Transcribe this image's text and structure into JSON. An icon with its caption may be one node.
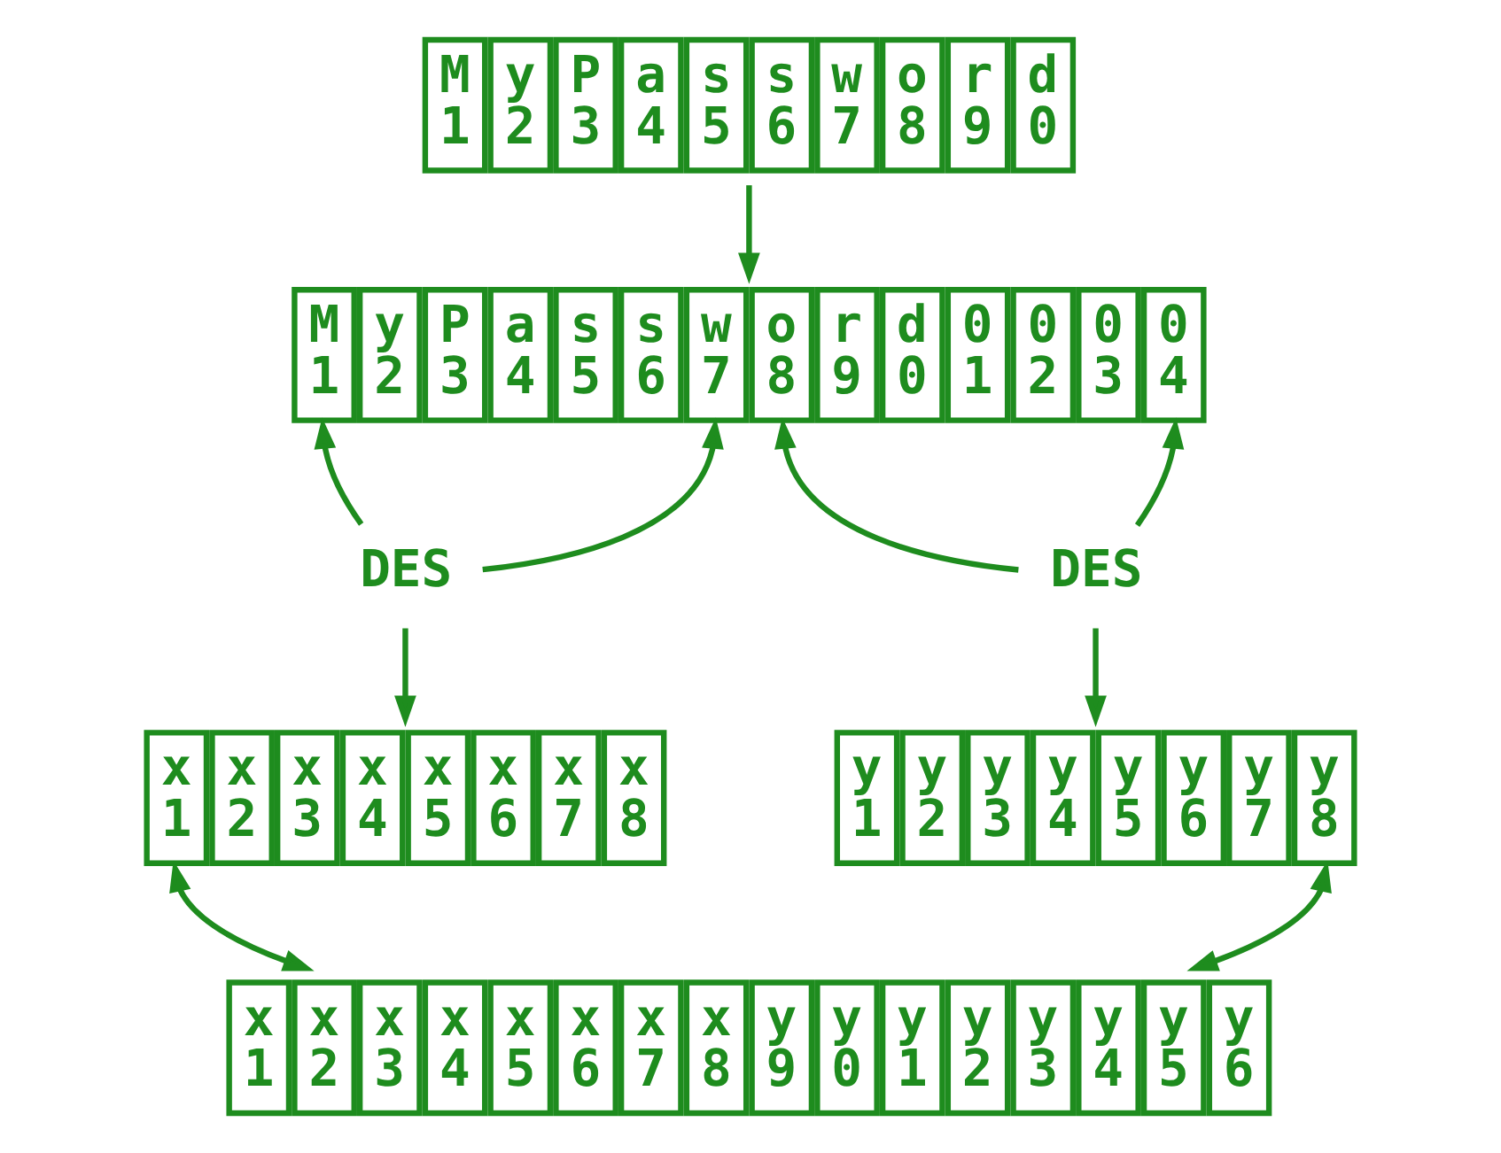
{
  "diagram": {
    "nodes": [
      {
        "text": [
          "M",
          "1",
          "y",
          "2",
          "P",
          "3",
          "a",
          "4",
          "s",
          "5",
          "s",
          "6",
          "w",
          "7",
          "o",
          "8",
          "r",
          "9",
          "d",
          "0"
        ]
      },
      {
        "text": [
          "M",
          "1",
          "y",
          "2",
          "P",
          "3",
          "a",
          "4",
          "s",
          "5",
          "s",
          "6",
          "w",
          "7",
          "o",
          "8",
          "r",
          "9",
          "d",
          "0",
          "0",
          "1",
          "0",
          "2",
          "0",
          "3",
          "0",
          "4"
        ]
      },
      {
        "text": [
          "DES"
        ]
      },
      {
        "text": [
          "DES"
        ]
      },
      {
        "text": [
          "x",
          "1",
          "x",
          "2",
          "x",
          "3",
          "x",
          "4",
          "x",
          "5",
          "x",
          "6",
          "x",
          "7",
          "x",
          "8"
        ]
      },
      {
        "text": [
          "y",
          "1",
          "y",
          "2",
          "y",
          "3",
          "y",
          "4",
          "y",
          "5",
          "y",
          "6",
          "y",
          "7",
          "y",
          "8"
        ]
      },
      {
        "text": [
          "x",
          "1",
          "x",
          "2",
          "x",
          "3",
          "x",
          "4",
          "x",
          "5",
          "x",
          "6",
          "x",
          "7",
          "x",
          "8",
          "y",
          "9",
          "y",
          "0",
          "y",
          "1",
          "y",
          "2",
          "y",
          "3",
          "y",
          "4",
          "y",
          "5",
          "y",
          "6"
        ]
      }
    ],
    "edges": [
      {
        "from": 0,
        "to": 1,
        "arrow": "to"
      },
      {
        "from": 2,
        "to": 1,
        "arrow": "to"
      },
      {
        "from": 2,
        "to": 1,
        "arrow": "to"
      },
      {
        "from": 3,
        "to": 1,
        "arrow": "to"
      },
      {
        "from": 3,
        "to": 1,
        "arrow": "to"
      },
      {
        "from": 2,
        "to": 4,
        "arrow": "to"
      },
      {
        "from": 3,
        "to": 5,
        "arrow": "to"
      },
      {
        "from": 4,
        "to": 6,
        "arrow": "both"
      },
      {
        "from": 5,
        "to": 6,
        "arrow": "both"
      }
    ]
  }
}
